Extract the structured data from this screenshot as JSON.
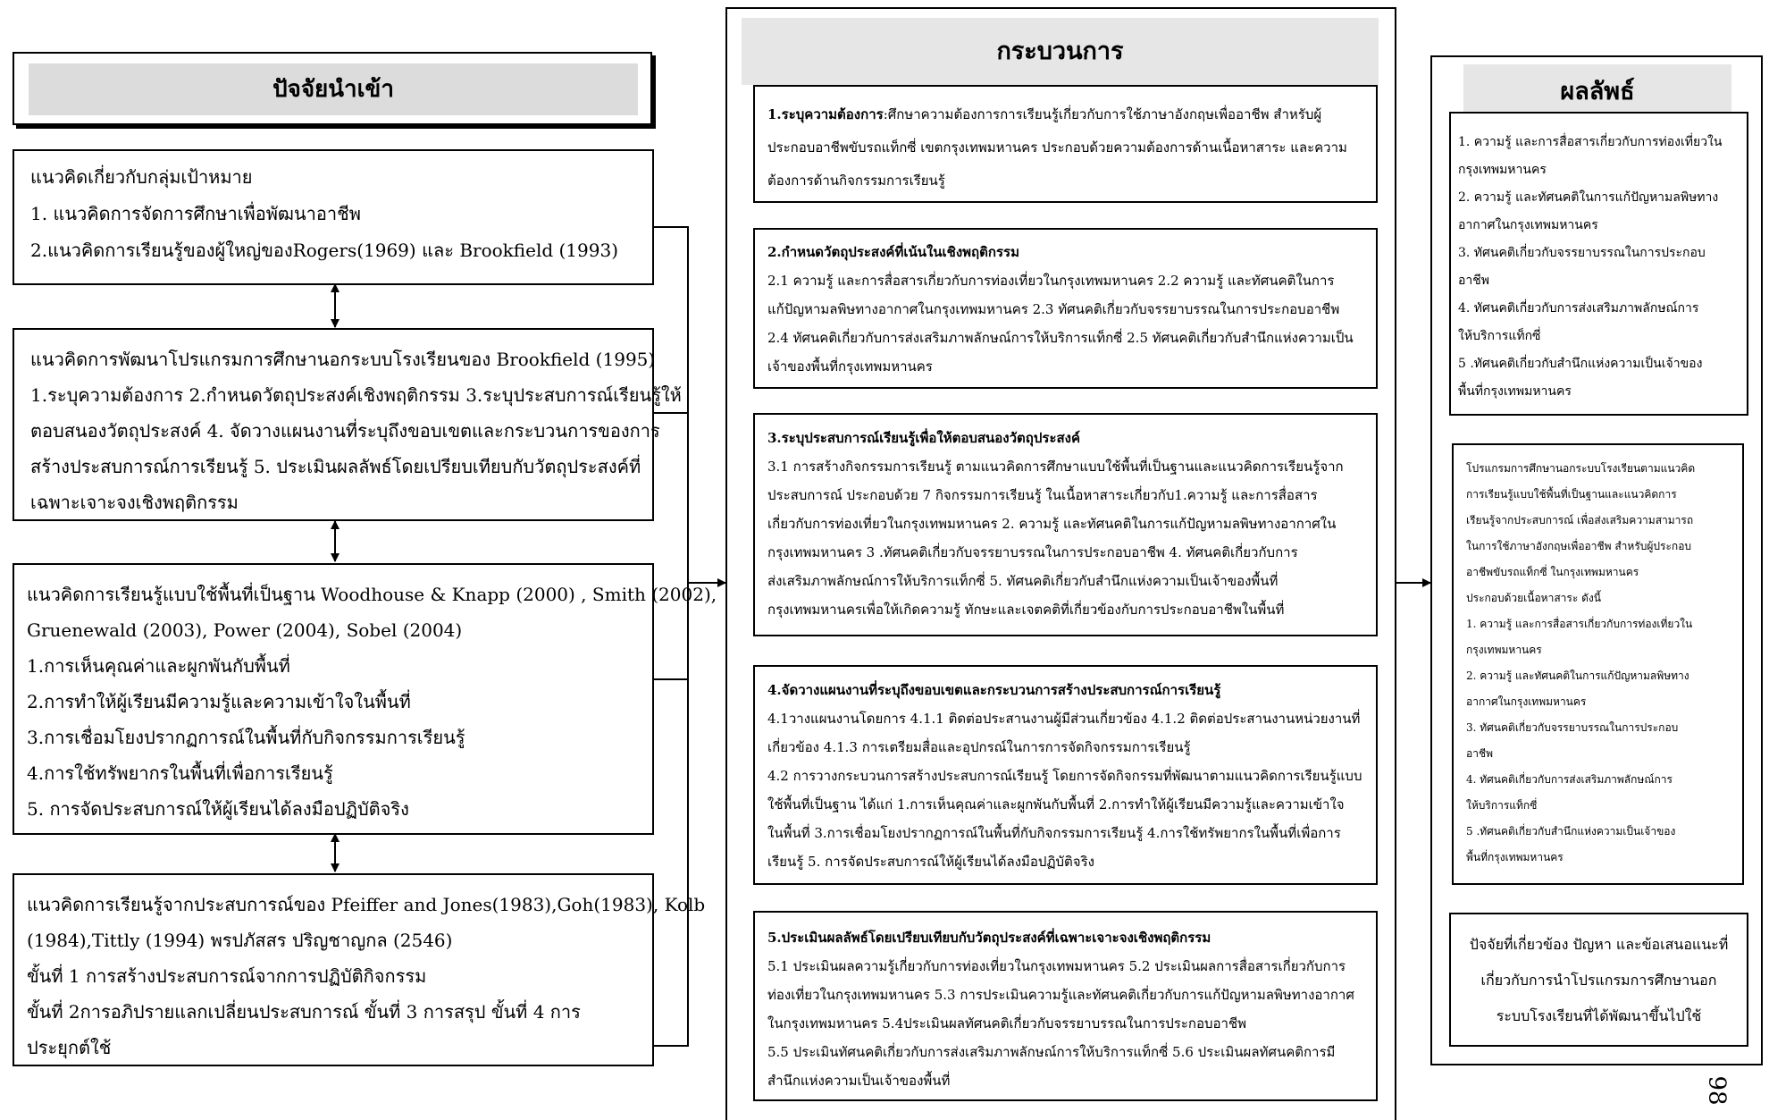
{
  "left": {
    "title": "ปัจจัยนำเข้า",
    "box1": [
      "แนวคิดเกี่ยวกับกลุ่มเป้าหมาย",
      "1. แนวคิดการจัดการศึกษาเพื่อพัฒนาอาชีพ",
      "2.แนวคิดการเรียนรู้ของผู้ใหญ่ของRogers(1969) และ Brookfield (1993)"
    ],
    "box2": [
      "แนวคิดการพัฒนาโปรแกรมการศึกษานอกระบบโรงเรียนของ  Brookfield  (1995)",
      "1.ระบุความต้องการ  2.กำหนดวัตถุประสงค์เชิงพฤติกรรม 3.ระบุประสบการณ์เรียนรู้ให้",
      "ตอบสนองวัตถุประสงค์    4. จัดวางแผนงานที่ระบุถึงขอบเขตและกระบวนการของการ",
      "สร้างประสบการณ์การเรียนรู้ 5. ประเมินผลลัพธ์โดยเปรียบเทียบกับวัตถุประสงค์ที่",
      "เฉพาะเจาะจงเชิงพฤติกรรม"
    ],
    "box3": [
      "แนวคิดการเรียนรู้แบบใช้พื้นที่เป็นฐาน  Woodhouse & Knapp (2000) , Smith (2002),",
      "Gruenewald (2003), Power (2004), Sobel (2004)",
      " 1.การเห็นคุณค่าและผูกพันกับพื้นที่",
      " 2.การทำให้ผู้เรียนมีความรู้และความเข้าใจในพื้นที่",
      "3.การเชื่อมโยงปรากฏการณ์ในพื้นที่กับกิจกรรมการเรียนรู้",
      " 4.การใช้ทรัพยากรในพื้นที่เพื่อการเรียนรู้",
      " 5. การจัดประสบการณ์ให้ผู้เรียนได้ลงมือปฏิบัติจริง"
    ],
    "box4": [
      "แนวคิดการเรียนรู้จากประสบการณ์ของ Pfeiffer and Jones(1983),Goh(1983), Kolb",
      "(1984),Tittly (1994) พรปภัสสร ปริญชาญกล (2546)",
      "ขั้นที่ 1 การสร้างประสบการณ์จากการปฏิบัติกิจกรรม",
      "ขั้นที่ 2การอภิปรายแลกเปลี่ยนประสบการณ์   ขั้นที่ 3 การสรุป  ขั้นที่ 4 การ",
      "ประยุกต์ใช้"
    ]
  },
  "middle": {
    "title": "กระบวนการ",
    "step1": {
      "heading": "1.ระบุความต้องการ",
      "first": ":ศึกษาความต้องการการเรียนรู้เกี่ยวกับการใช้ภาษาอังกฤษเพื่ออาชีพ สำหรับผู้",
      "rest": [
        "ประกอบอาชีพขับรถแท็กซี่ เขตกรุงเทพมหานคร ประกอบด้วยความต้องการด้านเนื้อหาสาระ และความ",
        "ต้องการด้านกิจกรรมการเรียนรู้"
      ]
    },
    "step2": {
      "heading": "2.กำหนดวัตถุประสงค์ที่เน้นในเชิงพฤติกรรม",
      "rest": [
        "2.1 ความรู้ และการสื่อสารเกี่ยวกับการท่องเที่ยวในกรุงเทพมหานคร  2.2 ความรู้ และทัศนคติในการ",
        "แก้ปัญหามลพิษทางอากาศในกรุงเทพมหานคร 2.3 ทัศนคติเกี่ยวกับจรรยาบรรณในการประกอบอาชีพ",
        "2.4 ทัศนคติเกี่ยวกับการส่งเสริมภาพลักษณ์การให้บริการแท็กซี่ 2.5 ทัศนคติเกี่ยวกับสำนึกแห่งความเป็น",
        "เจ้าของพื้นที่กรุงเทพมหานคร"
      ]
    },
    "step3": {
      "heading": "3.ระบุประสบการณ์เรียนรู้เพื่อให้ตอบสนองวัตถุประสงค์",
      "rest": [
        "3.1 การสร้างกิจกรรมการเรียนรู้ ตามแนวคิดการศึกษาแบบใช้พื้นที่เป็นฐานและแนวคิดการเรียนรู้จาก",
        "ประสบการณ์  ประกอบด้วย 7 กิจกรรมการเรียนรู้ ในเนื้อหาสาระเกี่ยวกับ1.ความรู้ และการสื่อสาร",
        "เกี่ยวกับการท่องเที่ยวในกรุงเทพมหานคร  2. ความรู้ และทัศนคติในการแก้ปัญหามลพิษทางอากาศใน",
        "กรุงเทพมหานคร 3 .ทัศนคติเกี่ยวกับจรรยาบรรณในการประกอบอาชีพ  4. ทัศนคติเกี่ยวกับการ",
        "ส่งเสริมภาพลักษณ์การให้บริการแท็กซี่ 5. ทัศนคติเกี่ยวกับสำนึกแห่งความเป็นเจ้าของพื้นที่",
        "กรุงเทพมหานครเพื่อให้เกิดความรู้ ทักษะและเจตคติที่เกี่ยวข้องกับการประกอบอาชีพในพื้นที่"
      ]
    },
    "step4": {
      "heading": "4.จัดวางแผนงานที่ระบุถึงขอบเขตและกระบวนการสร้างประสบการณ์การเรียนรู้",
      "rest": [
        "4.1วางแผนงานโดยการ 4.1.1 ติดต่อประสานงานผู้มีส่วนเกี่ยวข้อง  4.1.2 ติดต่อประสานงานหน่วยงานที่",
        "เกี่ยวข้อง  4.1.3 การเตรียมสื่อและอุปกรณ์ในการการจัดกิจกรรมการเรียนรู้",
        "4.2 การวางกระบวนการสร้างประสบการณ์เรียนรู้ โดยการจัดกิจกรรมที่พัฒนาตามแนวคิดการเรียนรู้แบบ",
        "ใช้พื้นที่เป็นฐาน ได้แก่  1.การเห็นคุณค่าและผูกพันกับพื้นที่  2.การทำให้ผู้เรียนมีความรู้และความเข้าใจ",
        "ในพื้นที่  3.การเชื่อมโยงปรากฏการณ์ในพื้นที่กับกิจกรรมการเรียนรู้ 4.การใช้ทรัพยากรในพื้นที่เพื่อการ",
        "เรียนรู้  5. การจัดประสบการณ์ให้ผู้เรียนได้ลงมือปฏิบัติจริง"
      ]
    },
    "step5": {
      "heading": "5.ประเมินผลลัพธ์โดยเปรียบเทียบกับวัตถุประสงค์ที่เฉพาะเจาะจงเชิงพฤติกรรม",
      "rest": [
        "5.1 ประเมินผลความรู้เกี่ยวกับการท่องเที่ยวในกรุงเทพมหานคร 5.2 ประเมินผลการสื่อสารเกี่ยวกับการ",
        "ท่องเที่ยวในกรุงเทพมหานคร 5.3 การประเมินความรู้และทัศนคติเกี่ยวกับการแก้ปัญหามลพิษทางอากาศ",
        "ในกรุงเทพมหานคร 5.4ประเมินผลทัศนคติเกี่ยวกับจรรยาบรรณในการประกอบอาชีพ",
        " 5.5 ประเมินทัศนคติเกี่ยวกับการส่งเสริมภาพลักษณ์การให้บริการแท็กซี่ 5.6 ประเมินผลทัศนคติการมี",
        "สำนึกแห่งความเป็นเจ้าของพื้นที่"
      ]
    }
  },
  "right": {
    "title": "ผลลัพธ์",
    "box1": [
      "1. ความรู้ และการสื่อสารเกี่ยวกับการท่องเที่ยวใน",
      "กรุงเทพมหานคร",
      " 2. ความรู้ และทัศนคติในการแก้ปัญหามลพิษทาง",
      "อากาศในกรุงเทพมหานคร",
      "3. ทัศนคติเกี่ยวกับจรรยาบรรณในการประกอบ",
      "อาชีพ",
      "4. ทัศนคติเกี่ยวกับการส่งเสริมภาพลักษณ์การ",
      "ให้บริการแท็กซี่",
      " 5 .ทัศนคติเกี่ยวกับสำนึกแห่งความเป็นเจ้าของ",
      "พื้นที่กรุงเทพมหานคร"
    ],
    "box2": [
      "โปรแกรมการศึกษานอกระบบโรงเรียนตามแนวคิด",
      "การเรียนรู้แบบใช้พื้นที่เป็นฐานและแนวคิดการ",
      "เรียนรู้จากประสบการณ์ เพื่อส่งเสริมความสามารถ",
      "ในการใช้ภาษาอังกฤษเพื่ออาชีพ สำหรับผู้ประกอบ",
      "อาชีพขับรถแท็กซี่ ในกรุงเทพมหานคร",
      "ประกอบด้วยเนื้อหาสาระ ดังนี้",
      "1. ความรู้ และการสื่อสารเกี่ยวกับการท่องเที่ยวใน",
      "กรุงเทพมหานคร",
      " 2. ความรู้ และทัศนคติในการแก้ปัญหามลพิษทาง",
      "อากาศในกรุงเทพมหานคร",
      "3. ทัศนคติเกี่ยวกับจรรยาบรรณในการประกอบ",
      "อาชีพ",
      "4. ทัศนคติเกี่ยวกับการส่งเสริมภาพลักษณ์การ",
      "ให้บริการแท็กซี่",
      " 5 .ทัศนคติเกี่ยวกับสำนึกแห่งความเป็นเจ้าของ",
      "พื้นที่กรุงเทพมหานคร"
    ],
    "box3": [
      "ปัจจัยที่เกี่ยวข้อง ปัญหา และข้อเสนอแนะที่",
      "เกี่ยวกับการนำโปรแกรมการศึกษานอก",
      "ระบบโรงเรียนที่ได้พัฒนาขึ้นไปใช้"
    ]
  },
  "page_number": "98"
}
